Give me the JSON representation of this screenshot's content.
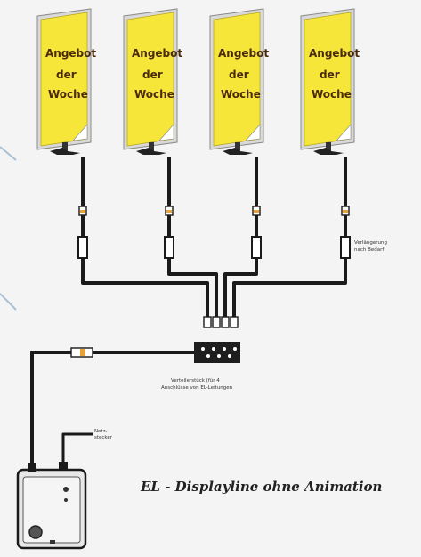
{
  "signs": [
    {
      "line1": "Angebot",
      "line2": "der",
      "line3": "Woche"
    },
    {
      "line1": "Angebot",
      "line2": "der",
      "line3": "Woche"
    },
    {
      "line1": "Angebot",
      "line2": "der",
      "line3": "Woche"
    },
    {
      "line1": "Angebot",
      "line2": "der",
      "line3": "Woche"
    }
  ],
  "labels": {
    "right_line1": "Verlängerung",
    "right_line2": "nach Bedarf",
    "distributor_line1": "Verteilerstück (für 4",
    "distributor_line2": "Anschlüsse von EL-Leitungen",
    "inverter_line1": "Netz-",
    "inverter_line2": "stecker",
    "title": "EL - Displayline ohne Animation"
  },
  "colors": {
    "sign_yellow": "#f6e63a",
    "cable": "#1a1a1a",
    "frame": "#bdbdbd",
    "accent_line": "#a9bfd6"
  }
}
